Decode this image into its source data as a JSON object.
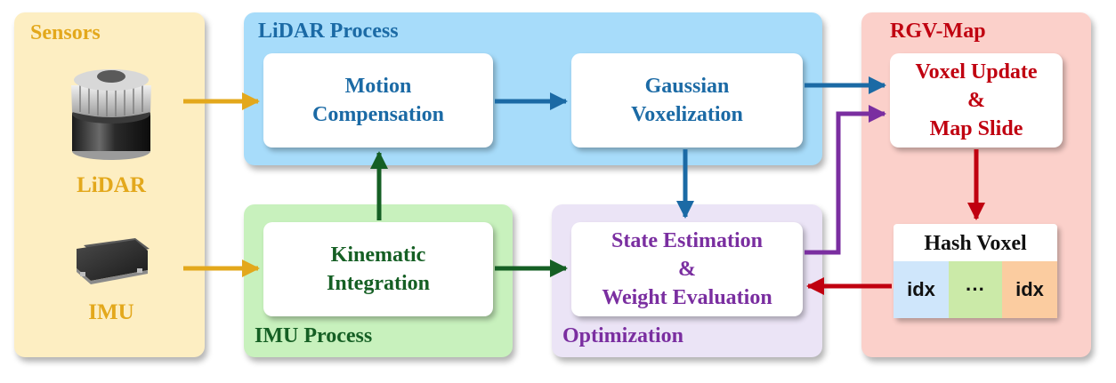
{
  "panels": {
    "sensors": {
      "title": "Sensors"
    },
    "lidar_process": {
      "title": "LiDAR Process"
    },
    "imu_process": {
      "title": "IMU Process"
    },
    "optimization": {
      "title": "Optimization"
    },
    "rgv_map": {
      "title": "RGV-Map"
    }
  },
  "sensors": {
    "lidar_label": "LiDAR",
    "imu_label": "IMU"
  },
  "boxes": {
    "motion_compensation": {
      "line1": "Motion",
      "line2": "Compensation"
    },
    "gaussian_voxelization": {
      "line1": "Gaussian",
      "line2": "Voxelization"
    },
    "kinematic_integration": {
      "line1": "Kinematic",
      "line2": "Integration"
    },
    "state_estimation": {
      "line1": "State Estimation",
      "line2": "&",
      "line3": "Weight Evaluation"
    },
    "voxel_update": {
      "line1": "Voxel Update",
      "line2": "&",
      "line3": "Map Slide"
    }
  },
  "hash_voxel": {
    "title": "Hash Voxel",
    "cells": [
      "idx",
      "···",
      "idx"
    ]
  },
  "colors": {
    "sensors_bg": "#fdeec2",
    "lidar_bg": "#a7dcfa",
    "imu_bg": "#c8f1bd",
    "optimization_bg": "#ebe4f6",
    "rgv_bg": "#fbd0ca",
    "sensor_text": "#e3a81c",
    "lidar_text": "#1b6aa5",
    "imu_text": "#155f24",
    "optimization_text": "#7a2ea0",
    "rgv_text": "#c00010",
    "arrow_orange": "#e3a81c",
    "arrow_blue": "#1b6aa5",
    "arrow_green": "#155f24",
    "arrow_purple": "#7a2ea0",
    "arrow_red": "#c00010",
    "cell_blue": "#cfe6fb",
    "cell_green": "#cbeaa8",
    "cell_orange": "#fbcca0"
  },
  "icons": {
    "lidar": "lidar-sensor-icon",
    "imu": "imu-chip-icon"
  }
}
